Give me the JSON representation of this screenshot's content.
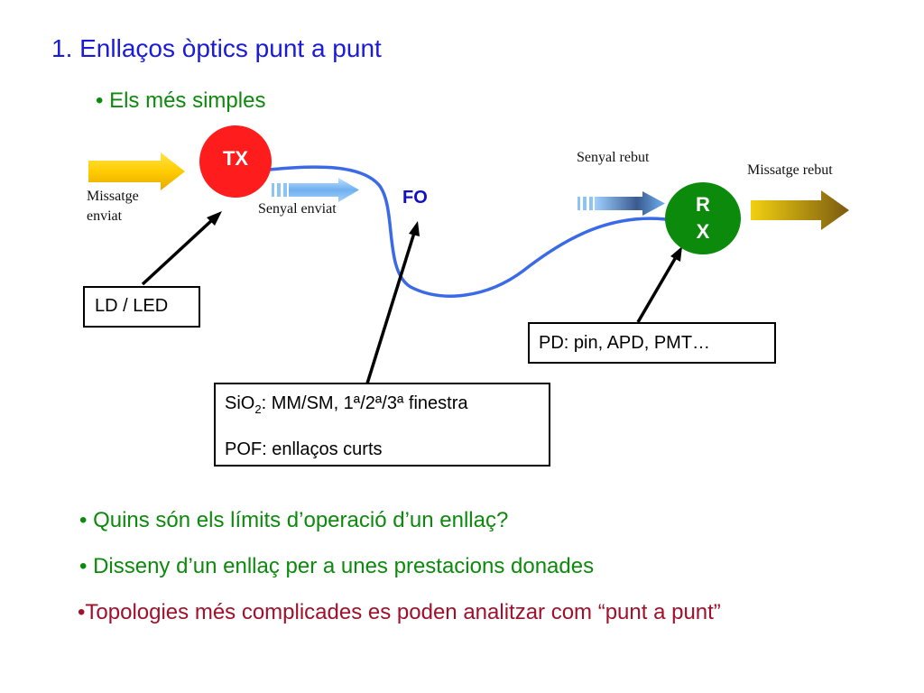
{
  "title": "1. Enllaços òptics punt a punt",
  "subtitle": "• Els més simples",
  "diagram": {
    "tx_label": "TX",
    "rx_label": "R\nX",
    "fo_label": "FO",
    "message_sent": "Missatge\nenviat",
    "signal_sent": "Senyal enviat",
    "signal_received": "Senyal rebut",
    "message_received": "Missatge rebut",
    "ld_box": "LD / LED",
    "pd_box": "PD: pin, APD, PMT…",
    "fiber_box": {
      "line1_prefix": "SiO",
      "line1_sub": "2",
      "line1_suffix": ": MM/SM, 1ª/2ª/3ª finestra",
      "line2": "POF: enllaços curts"
    }
  },
  "bullets": [
    "• Quins són els límits d’operació d’un enllaç?",
    "• Disseny d’un enllaç per a unes prestacions donades",
    "•Topologies més complicades es poden analitzar com “punt a punt”"
  ],
  "colors": {
    "title": "#1a1ad8",
    "subtitle": "#0c8a0c",
    "bullet_green": "#0c8a0c",
    "bullet_red": "#a0102a",
    "tx_fill": "#ff1c1c",
    "rx_fill": "#0c8a0c",
    "fiber": "#3a6ae8",
    "input_arrow": "#ffcc00",
    "output_arrow": "#b08a10",
    "signal_arrow": "#6fb0f0"
  }
}
